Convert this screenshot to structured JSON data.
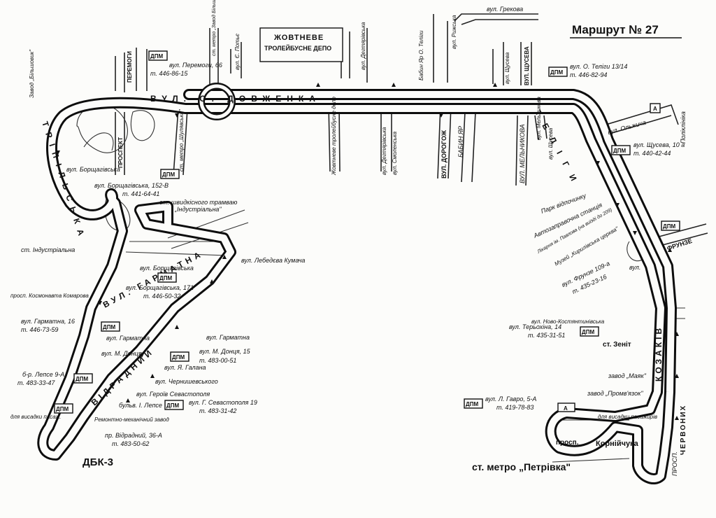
{
  "title": "Маршрут № 27",
  "depot": {
    "line1": "ЖОВТНЕВЕ",
    "line2": "ТРОЛЕЙБУСНЕ ДЕПО"
  },
  "dpm_label": "ДПМ",
  "box_labels": {
    "a1": "А",
    "a2": "А"
  },
  "streets": {
    "dovzhenka": "ВУЛ. О. ДОВЖЕНКА",
    "teligi": "ТЕЛІГИ",
    "tripilska": "ТРІПІЛЬСЬКА",
    "gramatna": "ВУЛ. ГАРМАТНА",
    "vidradny": "ВІДРАДНИЙ",
    "kazakov": "КОЗАКІВ",
    "chervonykh": "ЧЕРВОНИХ",
    "prosp": "просп.",
    "korniychuka": "Корнійчука",
    "prosp2": "ПРОСП.",
    "peremogy": "ПЕРЕМОГИ",
    "prospekt": "ПРОСПЕКТ",
    "dorogozh": "ВУЛ. ДОРОГОЖ",
    "babyn": "БАБИН ЯР",
    "shchuseva": "ВУЛ. ЩУСЕВА",
    "melnykova": "ВУЛ. МЕЛЬНИКОВА",
    "grekova": "вул. Грекова",
    "olzhycha": "вул. Ольжича",
    "frunze": "ФРУНЗЕ",
    "vul": "вул."
  },
  "labels": {
    "l1": "вул. Перемоги, 66",
    "l1t": "т. 446-86-15",
    "l2": "вул. О. Теліги 13/14",
    "l2t": "т. 446-82-94",
    "l3": "вул. Щусева, 10 а",
    "l3t": "т. 440-42-44",
    "l4": "вул. Борщагівська, 152-В",
    "l4t": "т. 441-64-41",
    "l5": "ст. швидкісного трамваю",
    "l5b": "„Індустріальна\"",
    "l6": "вул. Лебедєва Кумача",
    "l7": "вул. Борщагівська",
    "l8": "вул. Борщагівська, 171",
    "l8t": "т. 446-50-32",
    "l9": "ст. Індустріальна",
    "l10": "просп. Космонавта Комарова",
    "l11": "вул. Гарматна, 16",
    "l11t": "т. 446-73-59",
    "l12": "вул. Гарматна",
    "l13": "вул. М. Донця",
    "l14": "вул. М. Донця, 15",
    "l14t": "т. 483-00-51",
    "l15": "вул. Я. Галана",
    "l16": "вул. Чернишевського",
    "l17": "б-р. Лепсе 9-А",
    "l17t": "т. 483-33-47",
    "l18": "вул. Героїв Севастополя",
    "l19": "бульв. І. Лепсе",
    "l20": "вул. Г. Севастополя 19",
    "l20t": "т. 483-31-42",
    "l21": "Ремонтно-механічний завод",
    "l22": "пр. Відрадний, 36-А",
    "l22t": "т. 483-50-62",
    "l23": "для висадки пасаж.",
    "l24": "ДБК-3",
    "l25": "Парк відпочинку",
    "l26": "Автозаправочна станція",
    "l27": "Лікарня ім. Павлова (на виїзді до 209)",
    "l28": "Музей „Кирилівська церква\"",
    "l29": "вул. Фрунзе 109-а",
    "l29t": "т. 435-23-16",
    "l30": "вул. Ново-Костянтинівська",
    "l31": "вул. Терьохіна, 14",
    "l31t": "т. 435-31-51",
    "l32": "ст. Зеніт",
    "l33": "завод „Маяк\"",
    "l34": "завод „Промв'язок\"",
    "l35": "вул. Л. Гавро, 5-А",
    "l35t": "т. 419-78-83",
    "l36": "для висадки пасажирів",
    "l37": "ст. метро „Петрівка\"",
    "l38": "Поліклініка",
    "l39": "ст. метро „Шулявська\"",
    "l40": "вул. Є. Потьє",
    "l41": "вул. Дегтярівська",
    "l42": "Жовтневе тролейбусне депо",
    "l43": "вул. Дегтярівська",
    "l44": "вул. Смоленська",
    "l45": "Бабин Яр О. Теліги",
    "l46": "вул. Рижська",
    "l47": "вул. Щусева",
    "l48": "вул. Мельникова",
    "l49": "вул. Щусева",
    "l50": "Завод „Більшовик\"",
    "l51": "вул. Борщагівська",
    "l52": "ст. метро „Завод Більшовик\"",
    "l53": "вул. Гарматна"
  }
}
